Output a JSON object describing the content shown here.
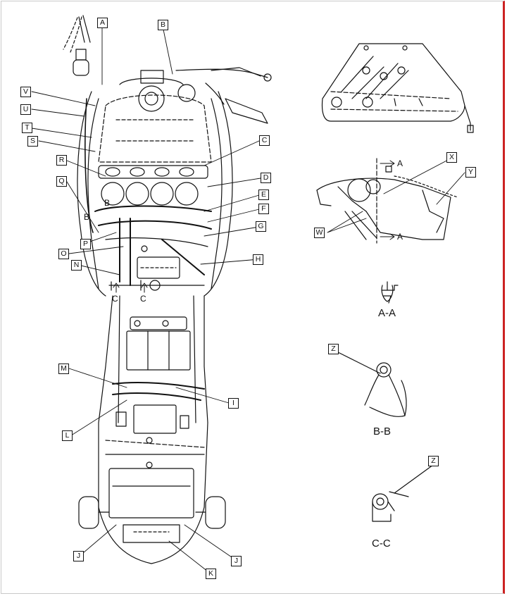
{
  "callouts": {
    "A": "A",
    "B": "B",
    "C": "C",
    "D": "D",
    "E": "E",
    "F": "F",
    "G": "G",
    "H": "H",
    "I": "I",
    "J": "J",
    "K": "K",
    "L": "L",
    "M": "M",
    "N": "N",
    "O": "O",
    "P": "P",
    "Q": "Q",
    "R": "R",
    "S": "S",
    "T": "T",
    "U": "U",
    "V": "V",
    "W": "W",
    "X": "X",
    "Y": "Y",
    "Z": "Z"
  },
  "inline_labels": {
    "B": "B",
    "C": "C",
    "A": "A"
  },
  "sections": {
    "aa": "A-A",
    "bb": "B-B",
    "cc": "C-C"
  },
  "colors": {
    "ink": "#111111",
    "frame_border": "#c9c9c9",
    "frame_edge": "#cc2222"
  }
}
